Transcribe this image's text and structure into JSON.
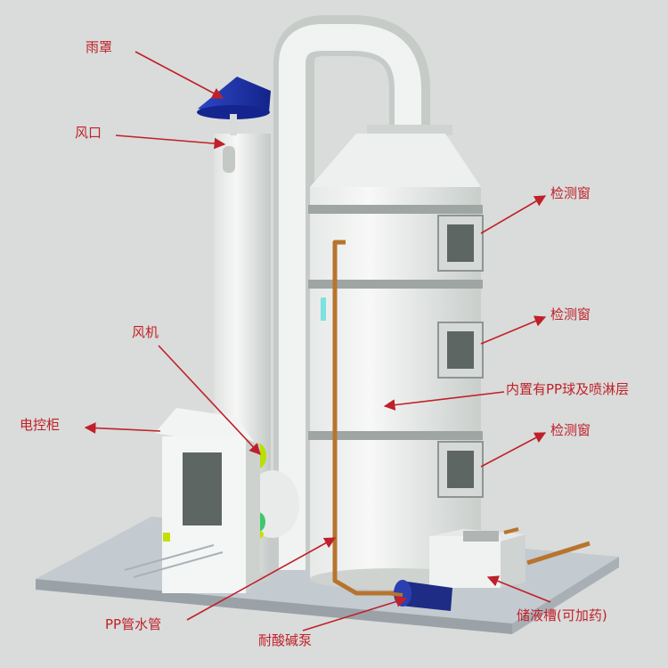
{
  "labels": {
    "rain_cap": "雨罩",
    "air_outlet": "风口",
    "fan": "风机",
    "control_cabinet": "电控柜",
    "inspection_window_top": "检测窗",
    "inspection_window_middle": "检测窗",
    "inspection_window_bottom": "检测窗",
    "internal_packing": "内置有PP球及喷淋层",
    "pp_water_pipe": "PP管水管",
    "pump": "耐酸碱泵",
    "liquid_tank": "储液槽(可加药)"
  },
  "colors": {
    "annotation": "#c0202a",
    "rain_cap": "#1f36a8",
    "fan_accent": "#b8e000",
    "pump": "#1e2c86",
    "pipe": "#b8742e",
    "base": "#bfc6cc",
    "background": "#d9dcda"
  }
}
